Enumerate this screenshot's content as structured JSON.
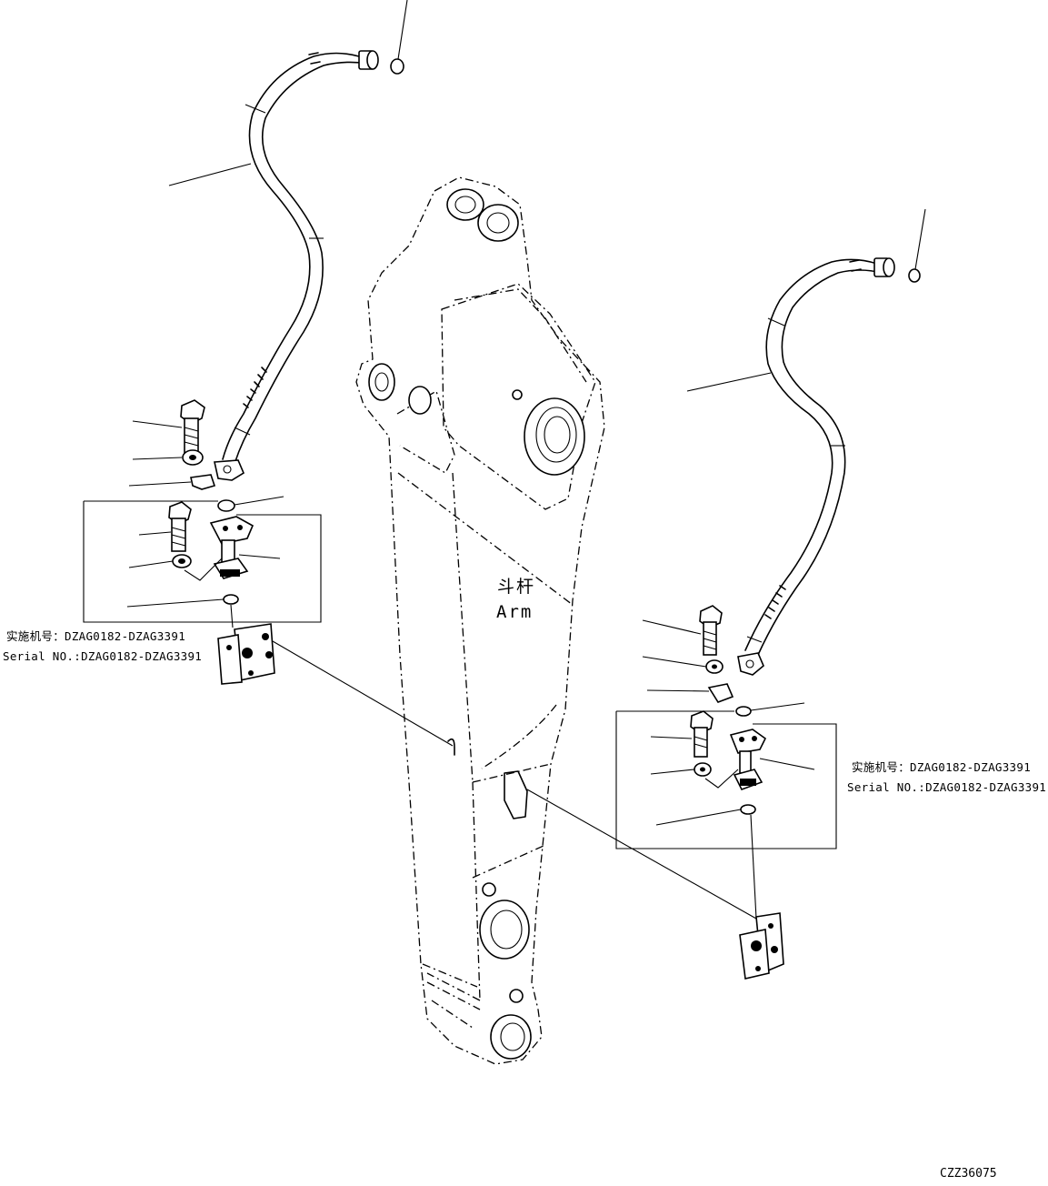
{
  "arm_label": {
    "zh": "斗杆",
    "en": "Arm"
  },
  "left_serial": {
    "zh": "实施机号：DZAG0182-DZAG3391",
    "en": "Serial NO.:DZAG0182-DZAG3391"
  },
  "right_serial": {
    "zh": "实施机号：DZAG0182-DZAG3391",
    "en": "Serial NO.:DZAG0182-DZAG3391"
  },
  "drawing_code": "CZZ36075"
}
